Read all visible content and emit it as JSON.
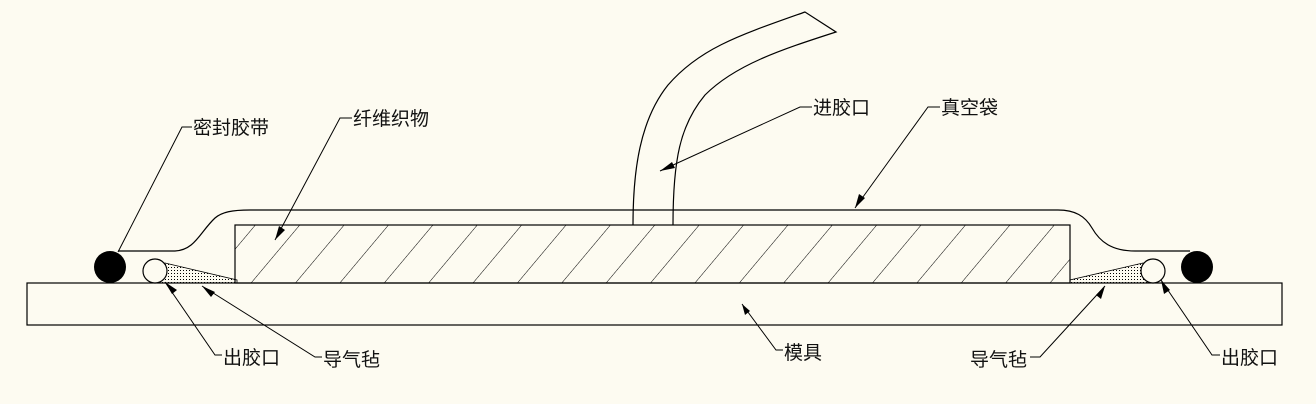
{
  "diagram": {
    "colors": {
      "background": "#fdfbf1",
      "line": "#000000"
    },
    "labels": {
      "sealant_tape": "密封胶带",
      "fiber_fabric": "纤维织物",
      "resin_inlet": "进胶口",
      "vacuum_bag": "真空袋",
      "resin_outlet_left": "出胶口",
      "breather_left": "导气毡",
      "mold": "模具",
      "breather_right": "导气毡",
      "resin_outlet_right": "出胶口"
    }
  }
}
